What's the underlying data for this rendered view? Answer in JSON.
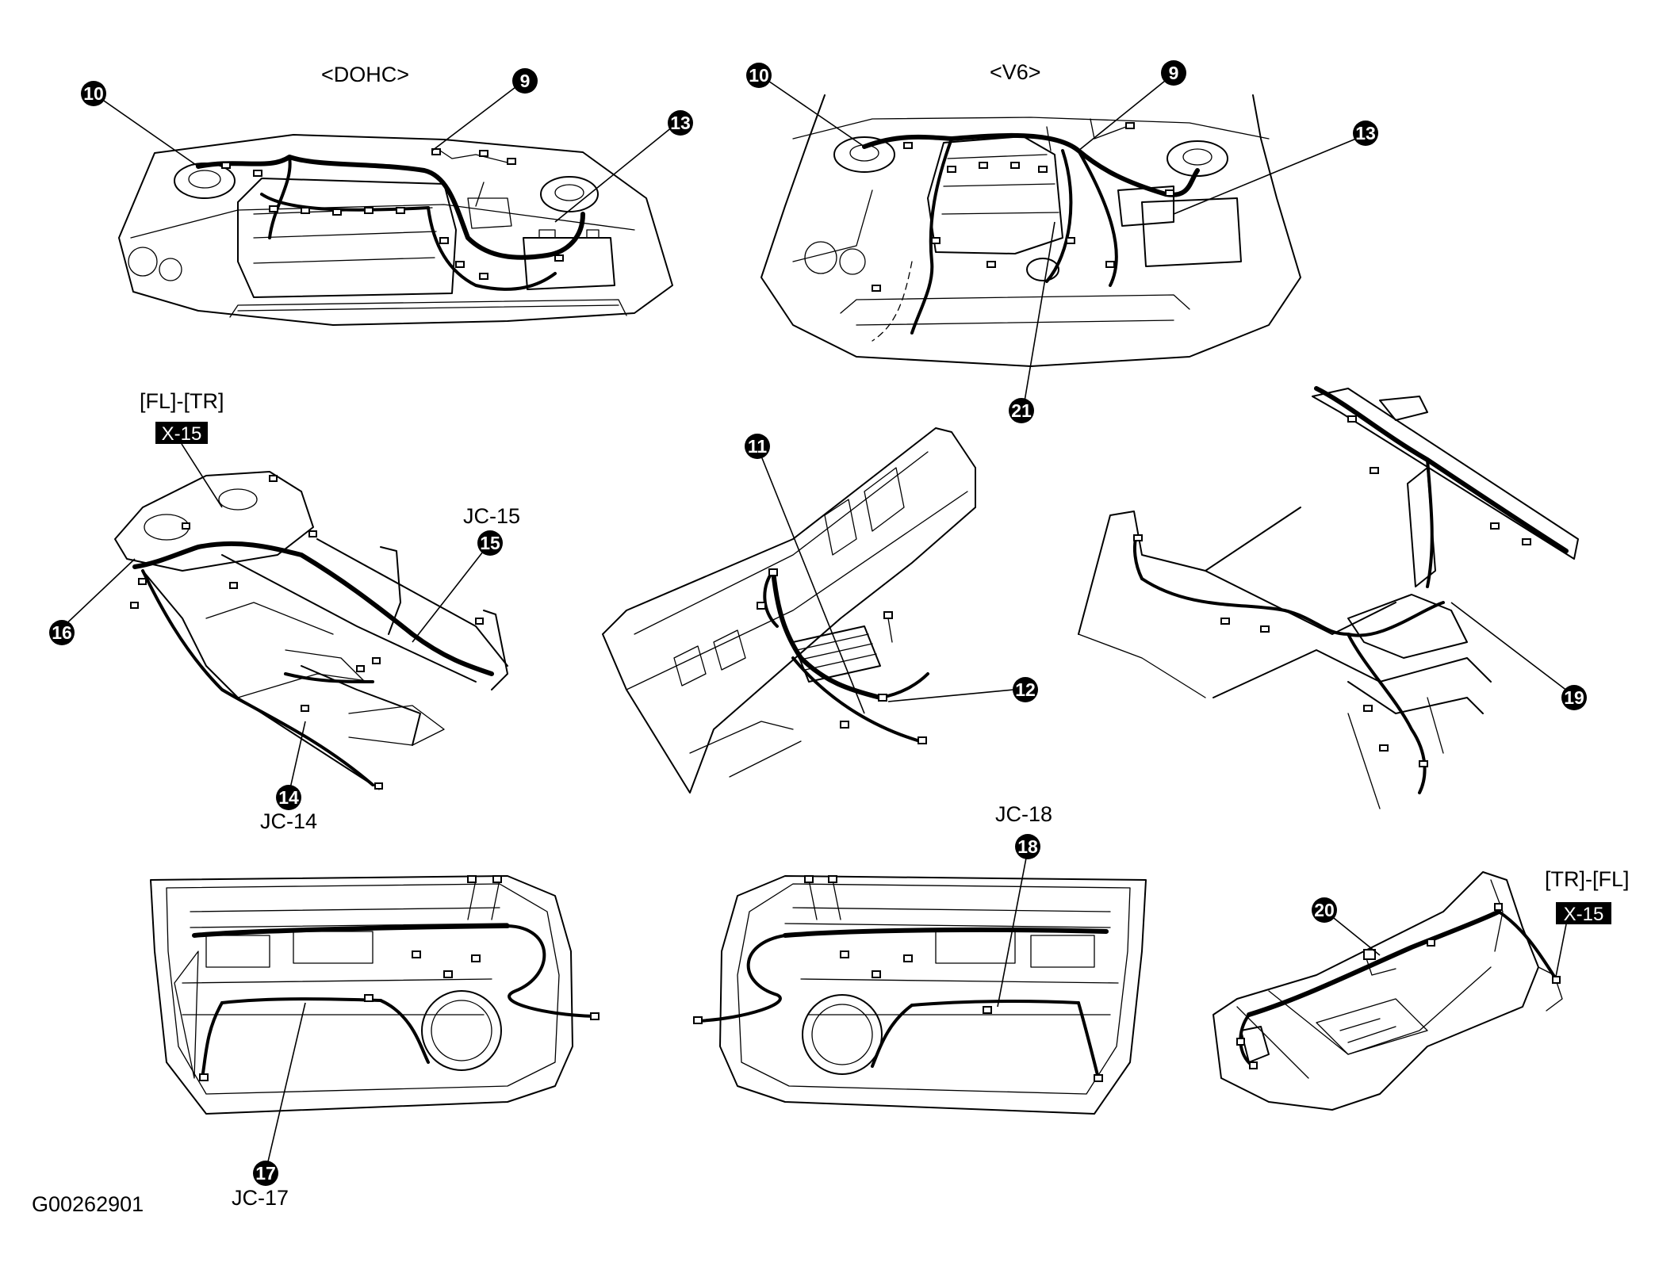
{
  "figure_id": "G00262901",
  "panels": {
    "dohc": {
      "title": "<DOHC>",
      "callouts": [
        "10",
        "9",
        "13"
      ]
    },
    "v6": {
      "title": "<V6>",
      "callouts": [
        "10",
        "9",
        "13",
        "21"
      ]
    },
    "floor": {
      "tag_heading": "[FL]-[TR]",
      "tag": "X-15",
      "callouts": [
        "16",
        "15",
        "14"
      ],
      "labels": [
        "JC-15",
        "JC-14"
      ]
    },
    "dash": {
      "callouts": [
        "11",
        "12"
      ]
    },
    "crossbar": {
      "callouts": [
        "19"
      ]
    },
    "door_left": {
      "callouts": [
        "17"
      ],
      "labels": [
        "JC-17"
      ]
    },
    "door_right": {
      "callouts": [
        "18"
      ],
      "labels": [
        "JC-18"
      ]
    },
    "trunk": {
      "tag_heading": "[TR]-[FL]",
      "tag": "X-15",
      "callouts": [
        "20"
      ]
    }
  }
}
